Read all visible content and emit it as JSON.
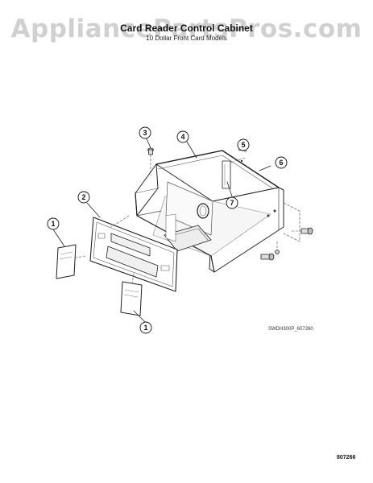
{
  "watermark": "AppliancePartsPros.com",
  "title": "Card Reader Control Cabinet",
  "subtitle": "10 Dollar Front Card Models",
  "drawing_code": "SWDH300P_607260",
  "page_number": "807266",
  "callouts": {
    "c1a": "1",
    "c1b": "1",
    "c2": "2",
    "c3": "3",
    "c4": "4",
    "c5": "5",
    "c6": "6",
    "c7": "7"
  }
}
